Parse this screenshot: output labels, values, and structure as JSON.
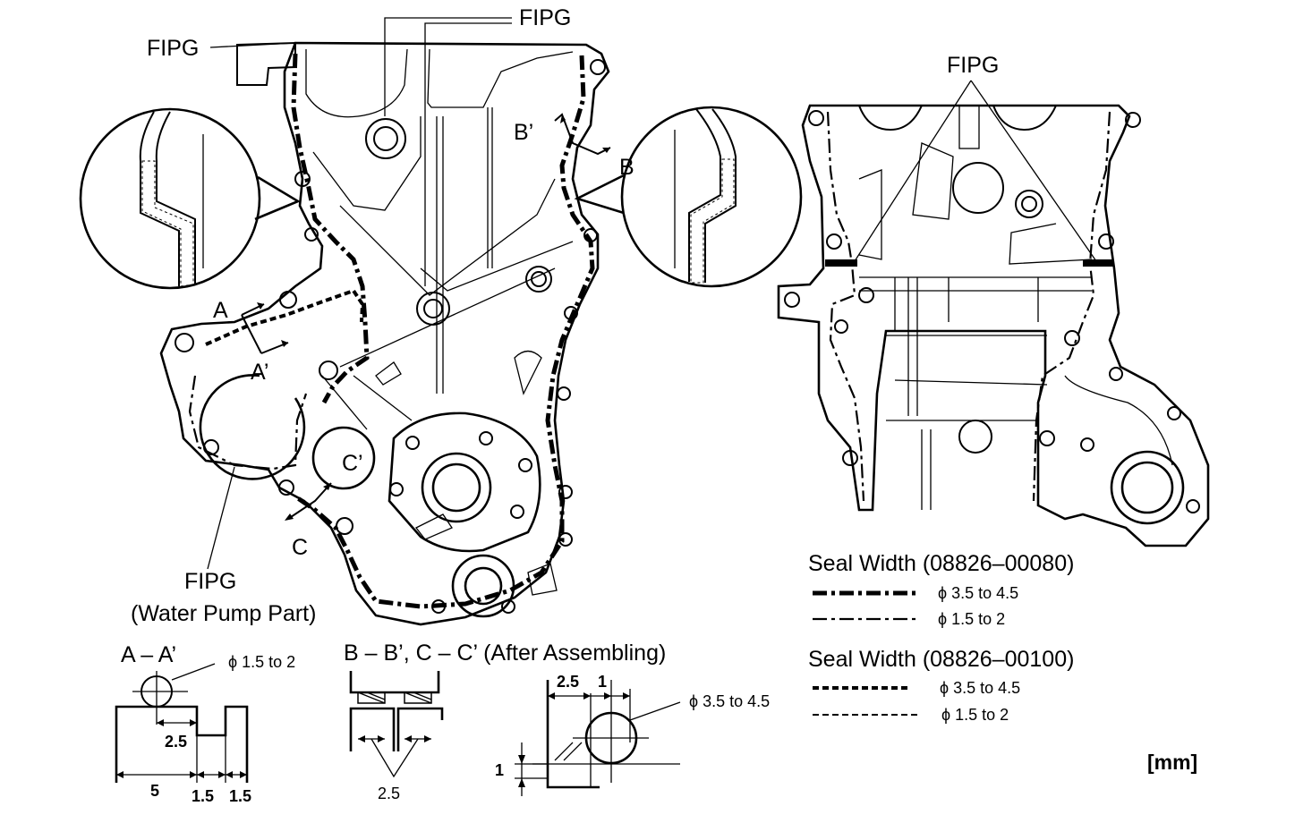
{
  "labels": {
    "fipg_top_left": "FIPG",
    "fipg_top_center": "FIPG",
    "fipg_right": "FIPG",
    "fipg_water_pump_1": "FIPG",
    "fipg_water_pump_2": "(Water Pump Part)",
    "section_a": "A",
    "section_a_prime": "A’",
    "section_b": "B",
    "section_b_prime": "B’",
    "section_c": "C",
    "section_c_prime": "C’"
  },
  "legend": {
    "group1_title": "Seal Width (08826–00080)",
    "group1_row1": "ϕ 3.5 to 4.5",
    "group1_row2": "ϕ 1.5 to 2",
    "group2_title": "Seal Width (08826–00100)",
    "group2_row1": "ϕ 3.5 to 4.5",
    "group2_row2": "ϕ 1.5 to 2"
  },
  "section_aa": {
    "title": "A – A’",
    "bead": "ϕ 1.5 to 2",
    "dim_25": "2.5",
    "dim_5": "5",
    "dim_15a": "1.5",
    "dim_15b": "1.5"
  },
  "section_bb": {
    "title": "B – B’, C – C’ (After Assembling)",
    "dim_25": "2.5"
  },
  "section_detail": {
    "dim_25": "2.5",
    "dim_1_top": "1",
    "bead": "ϕ 3.5 to 4.5",
    "dim_1_side": "1"
  },
  "unit": "[mm]"
}
